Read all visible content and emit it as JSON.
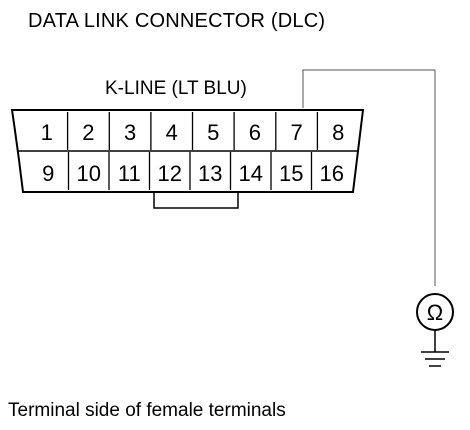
{
  "title": "DATA LINK CONNECTOR (DLC)",
  "wire_label": "K-LINE (LT BLU)",
  "caption": "Terminal side of female terminals",
  "meter_symbol": "Ω",
  "meter_icon": "ohmmeter-icon",
  "ground_icon": "ground-icon",
  "connector": {
    "top_row": [
      "1",
      "2",
      "3",
      "4",
      "5",
      "6",
      "7",
      "8"
    ],
    "bottom_row": [
      "9",
      "10",
      "11",
      "12",
      "13",
      "14",
      "15",
      "16"
    ],
    "probed_terminal": "7",
    "jumpered_terminals": [
      "12",
      "13"
    ]
  }
}
